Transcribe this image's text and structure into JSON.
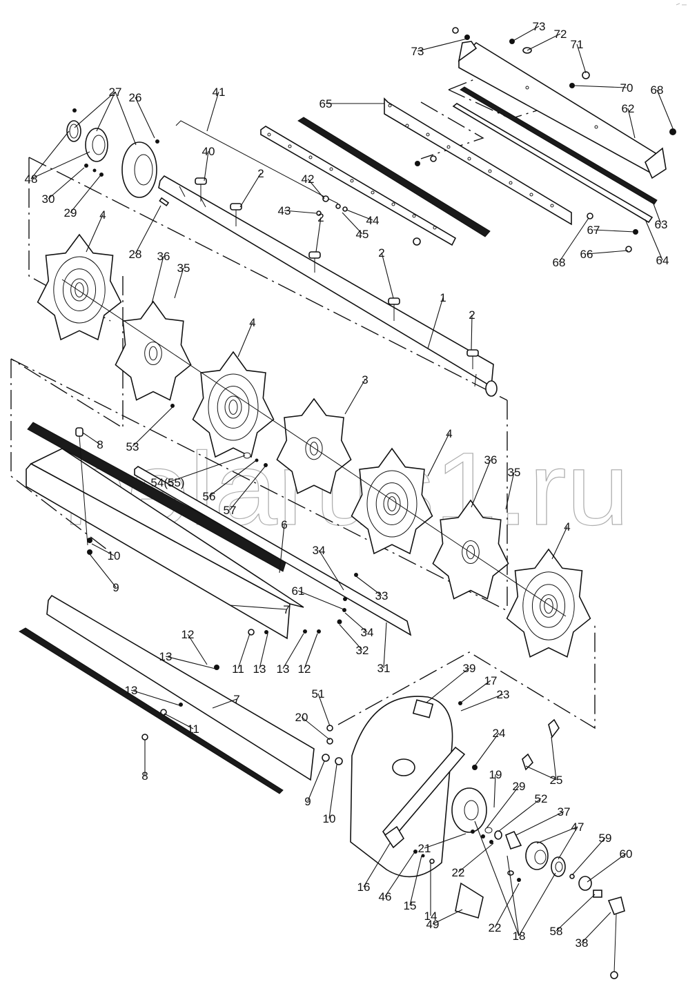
{
  "diagram": {
    "title": "Exploded parts diagram - rotor / beater assembly",
    "watermark": "belarus1.ru",
    "colors": {
      "line": "#111111",
      "brush": "#1a1a1a",
      "watermark": "#9a9a9a",
      "background": "#ffffff"
    },
    "callouts": [
      {
        "id": "c73a",
        "label": "73"
      },
      {
        "id": "c72",
        "label": "72"
      },
      {
        "id": "c71",
        "label": "71"
      },
      {
        "id": "c73b",
        "label": "73"
      },
      {
        "id": "c70",
        "label": "70"
      },
      {
        "id": "c68a",
        "label": "68"
      },
      {
        "id": "c65",
        "label": "65"
      },
      {
        "id": "c62",
        "label": "62"
      },
      {
        "id": "c63",
        "label": "63"
      },
      {
        "id": "c67",
        "label": "67"
      },
      {
        "id": "c64",
        "label": "64"
      },
      {
        "id": "c66",
        "label": "66"
      },
      {
        "id": "c68b",
        "label": "68"
      },
      {
        "id": "c27",
        "label": "27"
      },
      {
        "id": "c26",
        "label": "26"
      },
      {
        "id": "c41",
        "label": "41"
      },
      {
        "id": "c40",
        "label": "40"
      },
      {
        "id": "c48",
        "label": "48"
      },
      {
        "id": "c30",
        "label": "30"
      },
      {
        "id": "c29a",
        "label": "29"
      },
      {
        "id": "c28",
        "label": "28"
      },
      {
        "id": "c2a",
        "label": "2"
      },
      {
        "id": "c42",
        "label": "42"
      },
      {
        "id": "c43",
        "label": "43"
      },
      {
        "id": "c44",
        "label": "44"
      },
      {
        "id": "c45",
        "label": "45"
      },
      {
        "id": "c2b",
        "label": "2"
      },
      {
        "id": "c2c",
        "label": "2"
      },
      {
        "id": "c2d",
        "label": "2"
      },
      {
        "id": "c1",
        "label": "1"
      },
      {
        "id": "c4a",
        "label": "4"
      },
      {
        "id": "c36a",
        "label": "36"
      },
      {
        "id": "c35a",
        "label": "35"
      },
      {
        "id": "c4b",
        "label": "4"
      },
      {
        "id": "c3",
        "label": "3"
      },
      {
        "id": "c4c",
        "label": "4"
      },
      {
        "id": "c36b",
        "label": "36"
      },
      {
        "id": "c35b",
        "label": "35"
      },
      {
        "id": "c4d",
        "label": "4"
      },
      {
        "id": "c53",
        "label": "53"
      },
      {
        "id": "c8a",
        "label": "8"
      },
      {
        "id": "c5455",
        "label": "54(55)"
      },
      {
        "id": "c56",
        "label": "56"
      },
      {
        "id": "c57",
        "label": "57"
      },
      {
        "id": "c6",
        "label": "6"
      },
      {
        "id": "c10a",
        "label": "10"
      },
      {
        "id": "c9a",
        "label": "9"
      },
      {
        "id": "c34a",
        "label": "34"
      },
      {
        "id": "c33",
        "label": "33"
      },
      {
        "id": "c61",
        "label": "61"
      },
      {
        "id": "c7a",
        "label": "7"
      },
      {
        "id": "c34b",
        "label": "34"
      },
      {
        "id": "c32",
        "label": "32"
      },
      {
        "id": "c31",
        "label": "31"
      },
      {
        "id": "c11a",
        "label": "11"
      },
      {
        "id": "c13a",
        "label": "13"
      },
      {
        "id": "c13b",
        "label": "13"
      },
      {
        "id": "c12a",
        "label": "12"
      },
      {
        "id": "c12b",
        "label": "12"
      },
      {
        "id": "c13c",
        "label": "13"
      },
      {
        "id": "c13d",
        "label": "13"
      },
      {
        "id": "c7b",
        "label": "7"
      },
      {
        "id": "c11b",
        "label": "11"
      },
      {
        "id": "c8b",
        "label": "8"
      },
      {
        "id": "c51",
        "label": "51"
      },
      {
        "id": "c20",
        "label": "20"
      },
      {
        "id": "c9b",
        "label": "9"
      },
      {
        "id": "c10b",
        "label": "10"
      },
      {
        "id": "c39",
        "label": "39"
      },
      {
        "id": "c17",
        "label": "17"
      },
      {
        "id": "c23",
        "label": "23"
      },
      {
        "id": "c24",
        "label": "24"
      },
      {
        "id": "c25",
        "label": "25"
      },
      {
        "id": "c19",
        "label": "19"
      },
      {
        "id": "c29b",
        "label": "29"
      },
      {
        "id": "c52",
        "label": "52"
      },
      {
        "id": "c37",
        "label": "37"
      },
      {
        "id": "c47",
        "label": "47"
      },
      {
        "id": "c59",
        "label": "59"
      },
      {
        "id": "c60",
        "label": "60"
      },
      {
        "id": "c21",
        "label": "21"
      },
      {
        "id": "c22a",
        "label": "22"
      },
      {
        "id": "c16",
        "label": "16"
      },
      {
        "id": "c46",
        "label": "46"
      },
      {
        "id": "c15",
        "label": "15"
      },
      {
        "id": "c14",
        "label": "14"
      },
      {
        "id": "c49",
        "label": "49"
      },
      {
        "id": "c22b",
        "label": "22"
      },
      {
        "id": "c18",
        "label": "18"
      },
      {
        "id": "c58",
        "label": "58"
      },
      {
        "id": "c38",
        "label": "38"
      }
    ]
  }
}
